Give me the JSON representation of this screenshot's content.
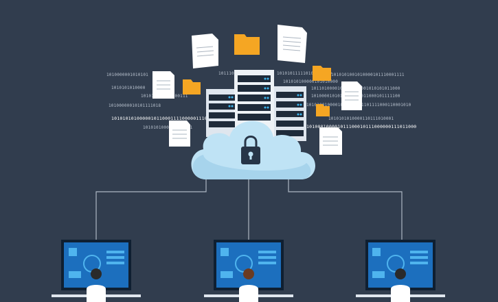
{
  "binary_streams": [
    "1010000001010101",
    "1010101010000",
    "101010101000000111",
    "10100000010101111018",
    "10101010100000101100011110000011100",
    "1010101000000001111",
    "1011100001110",
    "101010111110100011110",
    "1010101001010000101110001111",
    "101010100000101010000",
    "1011010000101011100001010101011000",
    "1010000101010111000011000101111100",
    "1010100100001001100001101111000110001010",
    "1010101010000110111010001",
    "101000100001011100010111000000111011000"
  ],
  "colors": {
    "background": "#313d4e",
    "cloud": "#bfe3f5",
    "monitor_screen": "#1c6fbe",
    "folder": "#f5a623",
    "server": "#1f2b3a"
  },
  "icons": [
    "cloud-lock-icon",
    "server-rack-icon",
    "document-icon",
    "folder-icon",
    "monitor-icon",
    "user-icon"
  ]
}
